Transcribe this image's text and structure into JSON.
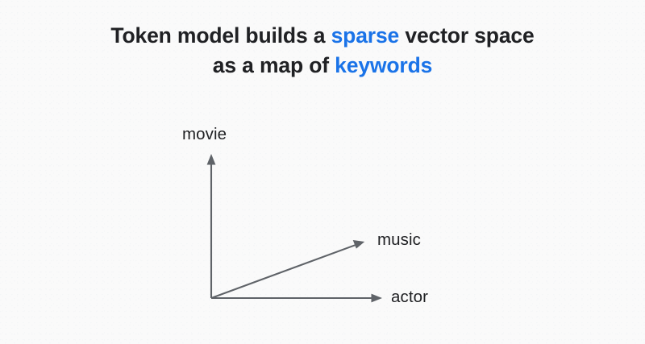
{
  "background_color": "#fafafa",
  "accent_color": "#1a73e8",
  "text_color": "#202124",
  "axis_color": "#5f6368",
  "title": {
    "line1": {
      "part1": "Token model builds a ",
      "accent": "sparse",
      "part2": " vector space"
    },
    "line2": {
      "part1": "as a map of ",
      "accent": "keywords",
      "part2": ""
    }
  },
  "diagram": {
    "axes": [
      {
        "name": "y-axis",
        "label": "movie",
        "icon": "arrow-up-icon"
      },
      {
        "name": "x-axis",
        "label": "actor",
        "icon": "arrow-right-icon"
      },
      {
        "name": "diagonal-axis",
        "label": "music",
        "icon": "arrow-diagonal-icon"
      }
    ],
    "labels": {
      "movie": "movie",
      "music": "music",
      "actor": "actor"
    }
  }
}
